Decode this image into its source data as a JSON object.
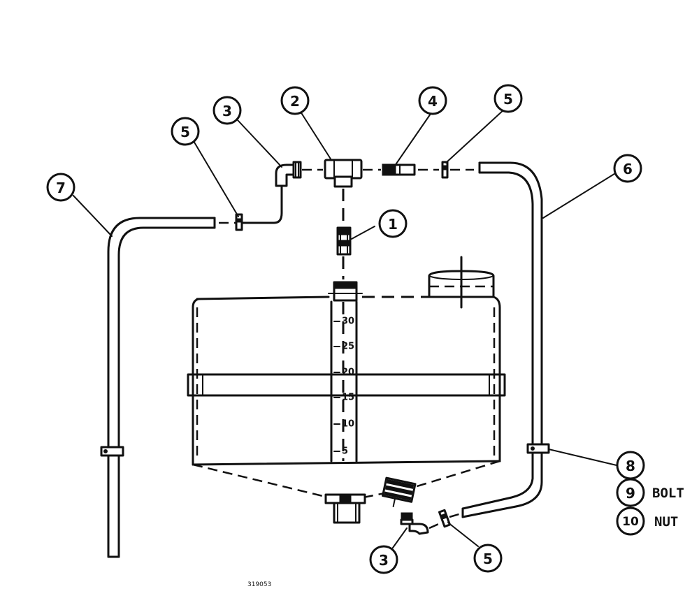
{
  "callouts": [
    {
      "id": "c1",
      "label": "1"
    },
    {
      "id": "c2",
      "label": "2"
    },
    {
      "id": "c3a",
      "label": "3"
    },
    {
      "id": "c3b",
      "label": "3"
    },
    {
      "id": "c4",
      "label": "4"
    },
    {
      "id": "c5a",
      "label": "5"
    },
    {
      "id": "c5b",
      "label": "5"
    },
    {
      "id": "c5c",
      "label": "5"
    },
    {
      "id": "c6",
      "label": "6"
    },
    {
      "id": "c7",
      "label": "7"
    },
    {
      "id": "c8",
      "label": "8"
    }
  ],
  "legend": [
    {
      "number": "9",
      "text": "BOLT"
    },
    {
      "number": "10",
      "text": "NUT"
    }
  ],
  "tank_scale": [
    "30",
    "25",
    "20",
    "15",
    "10",
    "5"
  ],
  "figure_number": "319053"
}
